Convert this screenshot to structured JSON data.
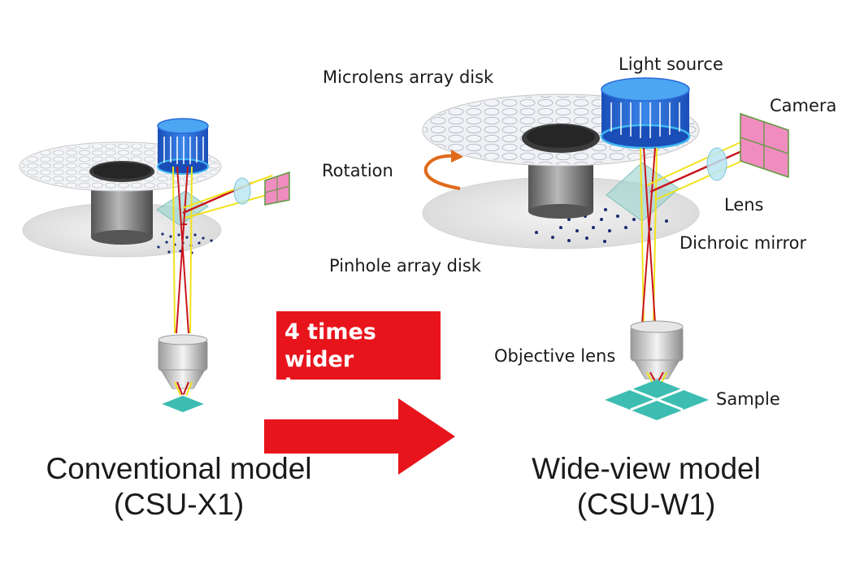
{
  "labels": {
    "microlens_array_disk": "Microlens array disk",
    "light_source": "Light source",
    "camera": "Camera",
    "rotation": "Rotation",
    "lens": "Lens",
    "dichroic_mirror": "Dichroic mirror",
    "pinhole_array_disk": "Pinhole array disk",
    "objective_lens": "Objective lens",
    "sample": "Sample"
  },
  "callout": {
    "line1": "4 times wider",
    "line2": "image area"
  },
  "models": {
    "conventional": {
      "name": "Conventional model",
      "code": "(CSU-X1)"
    },
    "wide_view": {
      "name": "Wide-view model",
      "code": "(CSU-W1)"
    }
  },
  "colors": {
    "callout_red": "#e8141c",
    "arrow_red": "#e8141c",
    "light_source_blue": "#1e5fd0",
    "light_source_cyan": "#3fb8f0",
    "sample_teal": "#3dbdb2",
    "camera_pink": "#f08cc0",
    "beam_yellow": "#f2e21c",
    "beam_red": "#c8151c",
    "rotation_orange": "#e06a1a",
    "pinhole_dots": "#1b2a6e"
  }
}
